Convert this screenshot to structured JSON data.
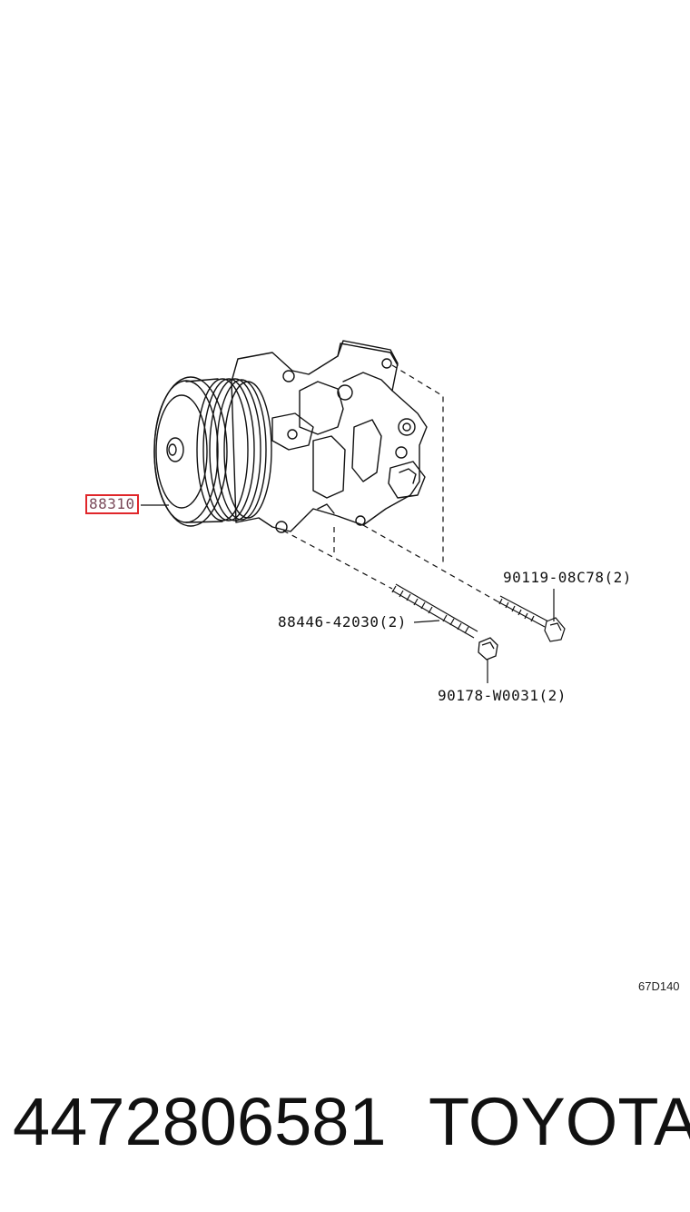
{
  "diagram": {
    "callouts": [
      {
        "id": "compressor",
        "label": "88310",
        "selected": true
      },
      {
        "id": "bolt-upper",
        "label": "90119-08C78(2)"
      },
      {
        "id": "stud",
        "label": "88446-42030(2)"
      },
      {
        "id": "nut",
        "label": "90178-W0031(2)"
      }
    ],
    "code": "67D140",
    "highlight_color": "#e0262a"
  },
  "footer": {
    "part_number": "4472806581",
    "brand": "TOYOTA"
  }
}
